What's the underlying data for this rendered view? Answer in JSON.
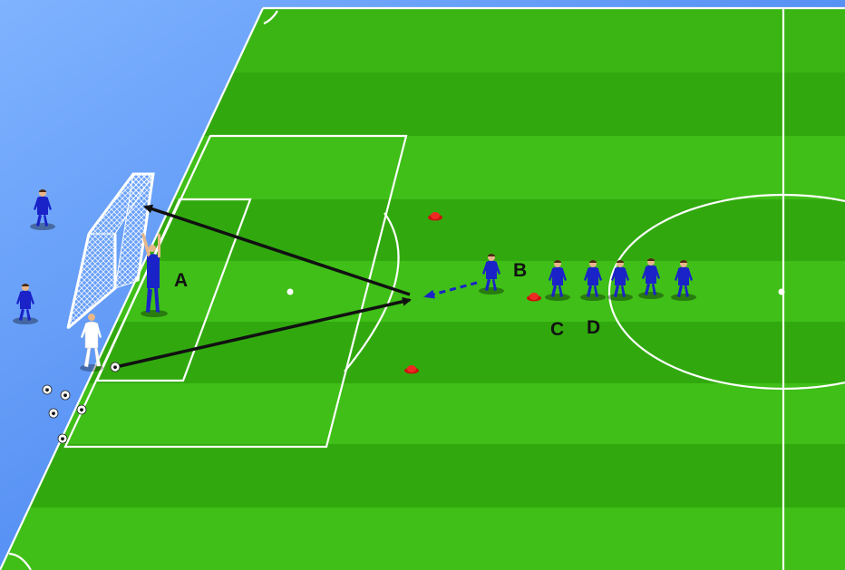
{
  "labels": {
    "a": "A",
    "b": "B",
    "c": "C",
    "d": "D"
  },
  "colors": {
    "surround": "#4f8ef5",
    "grass_light": "#3fbf17",
    "grass_dark": "#31a90e",
    "lines": "#ffffff",
    "team_kit": "#1a23c8",
    "coach_kit": "#ffffff",
    "cone": "#e8201c",
    "pass_arrow": "#111111",
    "run_arrow": "#1a23c8"
  },
  "icons": {
    "player": "player-figure-icon",
    "goalkeeper": "goalkeeper-icon",
    "coach": "coach-figure-icon",
    "ball": "soccer-ball-icon",
    "cone": "marker-cone-icon",
    "goal": "goal-net-icon"
  }
}
